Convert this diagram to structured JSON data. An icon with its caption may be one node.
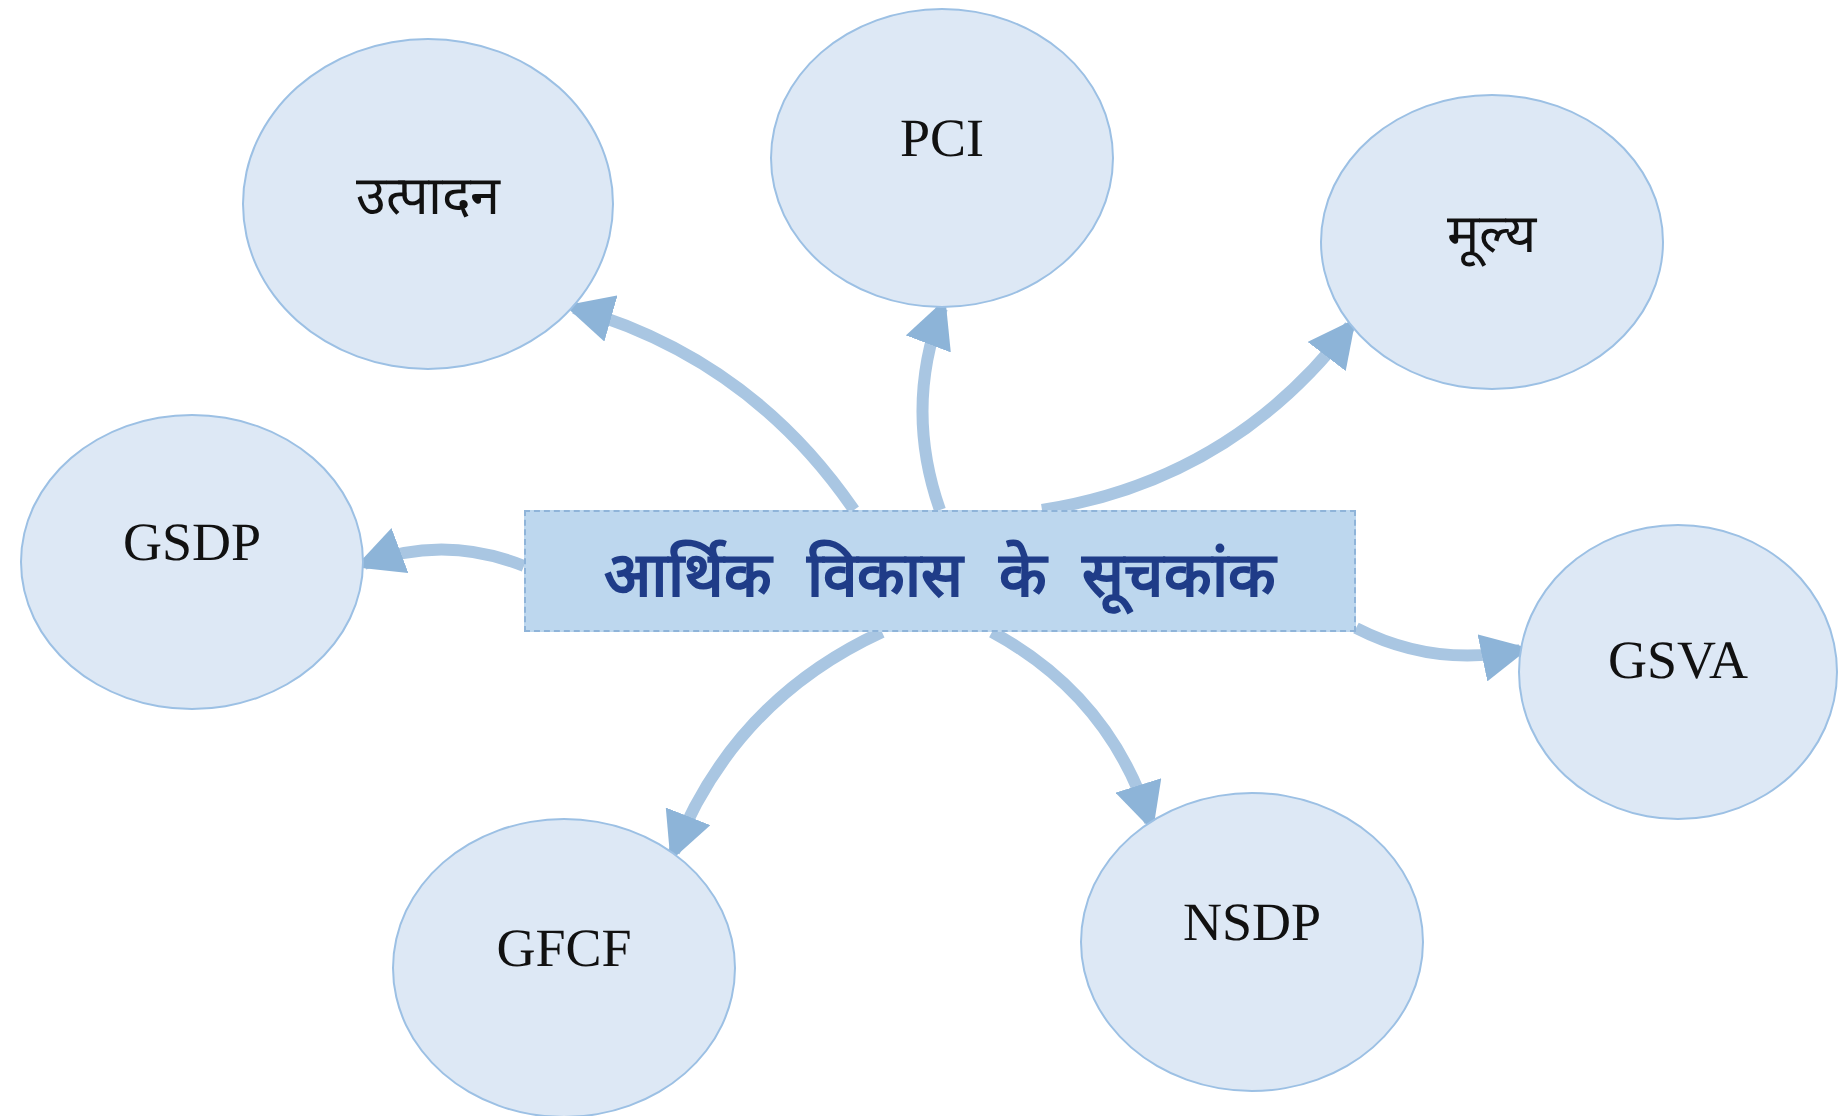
{
  "diagram": {
    "nodes": [
      {
        "text": [
          "आर्थिक विकास के सूचकांक"
        ]
      },
      {
        "text": [
          "उत्पादन"
        ]
      },
      {
        "text": [
          "PCI"
        ]
      },
      {
        "text": [
          "मूल्य"
        ]
      },
      {
        "text": [
          "GSDP"
        ]
      },
      {
        "text": [
          "GSVA"
        ]
      },
      {
        "text": [
          "GFCF"
        ]
      },
      {
        "text": [
          "NSDP"
        ]
      }
    ],
    "edges": [
      {
        "from": 0,
        "to": 1,
        "arrow": "to"
      },
      {
        "from": 0,
        "to": 2,
        "arrow": "to"
      },
      {
        "from": 0,
        "to": 3,
        "arrow": "to"
      },
      {
        "from": 0,
        "to": 4,
        "arrow": "to"
      },
      {
        "from": 0,
        "to": 5,
        "arrow": "to"
      },
      {
        "from": 0,
        "to": 6,
        "arrow": "to"
      },
      {
        "from": 0,
        "to": 7,
        "arrow": "to"
      }
    ]
  }
}
